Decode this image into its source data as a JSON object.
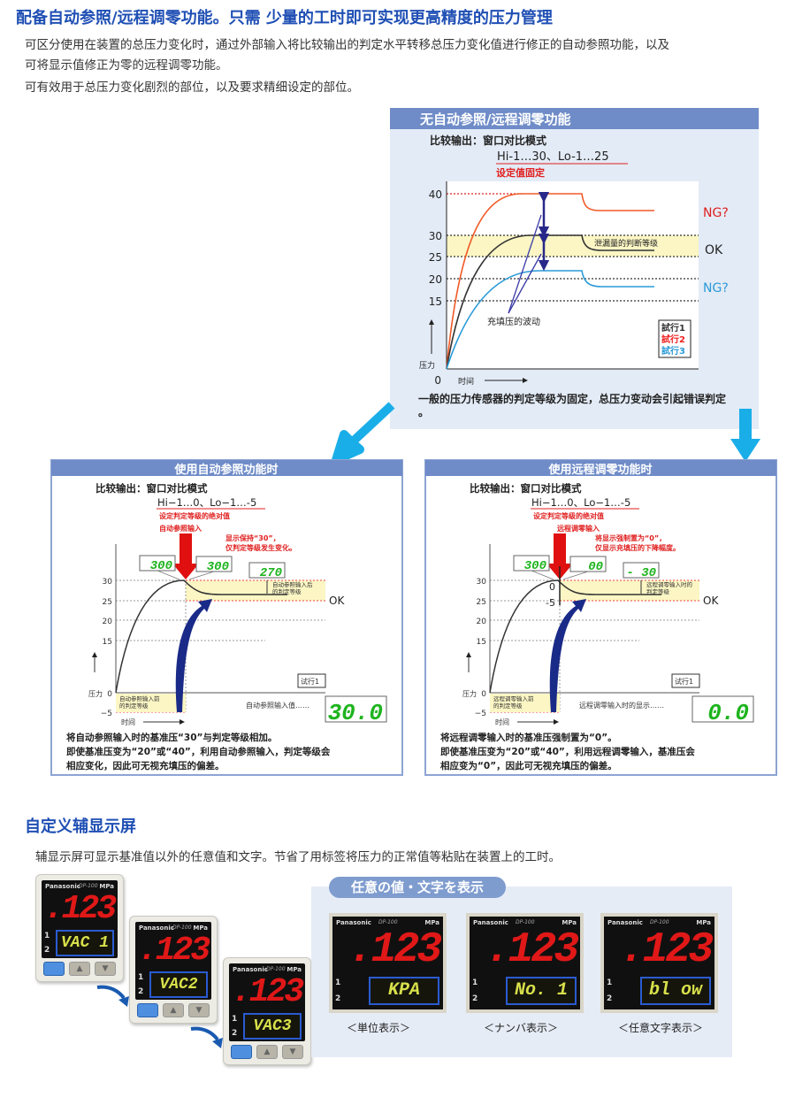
{
  "header": {
    "title": "配备自动参照/远程调零功能。只需 少量的工时即可实现更高精度的压力管理",
    "paragraphs": [
      "可区分使用在装置的总压力变化时，通过外部输入将比较输出的判定水平转移总压力变化值进行修正的自动参照功能，以及",
      "可将显示值修正为零的远程调零功能。",
      "可有效用于总压力变化剧烈的部位，以及要求精细设定的部位。"
    ]
  },
  "top_panel": {
    "title": "无自动参照/远程调零功能",
    "compare": "比较输出：窗口对比模式",
    "setting": "Hi-1…30、Lo-1…25",
    "fixed": "设定值固定",
    "y_ticks": [
      "40",
      "30",
      "25",
      "20",
      "15",
      "0"
    ],
    "ng_top": "NG?",
    "ok": "OK",
    "ng_bottom": "NG?",
    "band_label": "泄漏量的判断等级",
    "fluct_label": "充填压的波动",
    "legend": [
      "試行1",
      "試行2",
      "試行3"
    ],
    "y_axis": "压力",
    "x_axis": "时间",
    "note": "一般的压力传感器的判定等级为固定，总压力变动会引起错误判定。",
    "colors": {
      "trial1": "#333333",
      "trial2": "#f05a28",
      "trial3": "#2a9ad8"
    }
  },
  "auto_panel": {
    "title": "使用自动参照功能时",
    "compare": "比较输出：窗口对比模式",
    "setting": "Hi−1…0、Lo−1…-5",
    "abs": "设定判定等级的绝对值",
    "input": "自动参照输入",
    "remark1": "显示保持“30”，",
    "remark2": "仅判定等级发生变化。",
    "disp_a": "300",
    "disp_b": "300",
    "disp_c": "270",
    "y_ticks": [
      "30",
      "25",
      "20",
      "15",
      "0",
      "−5"
    ],
    "ok": "OK",
    "band_label1": "自动参照输入后",
    "band_label2": "的判定等级",
    "pre_label1": "自动参照输入前",
    "pre_label2": "的判定等级",
    "trial": "试行1",
    "y_axis": "压力",
    "x_axis": "时间",
    "value_label": "自动参照输入值……",
    "value": "30.0",
    "note": [
      "将自动参照输入时的基准压“30”与判定等级相加。",
      "即使基准压变为“20”或“40”，利用自动参照输入，判定等级会",
      "相应变化，因此可无视充填压的偏差。"
    ]
  },
  "zero_panel": {
    "title": "使用远程调零功能时",
    "compare": "比较输出：窗口对比模式",
    "setting": "Hi−1…0、Lo−1…-5",
    "abs": "设定判定等级的绝对值",
    "input": "远程调零输入",
    "remark1": "将显示强制置为“0”，",
    "remark2": "仅显示充填压的下降幅度。",
    "disp_a": "300",
    "disp_b": "00",
    "disp_c": "- 30",
    "zero": "0",
    "minus5": "-5",
    "y_ticks": [
      "30",
      "25",
      "20",
      "15",
      "0",
      "−5"
    ],
    "ok": "OK",
    "band_label1": "远程调零输入时的",
    "band_label2": "判定等级",
    "pre_label1": "远程调零输入前",
    "pre_label2": "的判定等级",
    "trial": "试行1",
    "y_axis": "压力",
    "x_axis": "时间",
    "value_label": "远程调零输入时的显示……",
    "value": "0.0",
    "note": [
      "将远程调零输入时的基准压强制置为“0”。",
      "即使基准压变为“20”或“40”，利用远程调零输入，基准压会",
      "相应变为“0”，因此可无视充填压的偏差。"
    ]
  },
  "sub_display": {
    "title": "自定义辅显示屏",
    "desc": "辅显示屏可显示基准值以外的任意值和文字。节省了用标签将压力的正常值等粘贴在装置上的工时。",
    "panel_title": "任意の値・文字を表示",
    "device": {
      "brand": "Panasonic",
      "model": "DP-100",
      "unit": "MPa",
      "main": ".123",
      "ch1": "1",
      "ch2": "2"
    },
    "stack": [
      "VAC 1",
      "VAC2",
      "VAC3"
    ],
    "examples": [
      {
        "sub": "KPA",
        "caption": "＜単位表示＞"
      },
      {
        "sub": "No. 1",
        "caption": "＜ナンバ表示＞"
      },
      {
        "sub": "bl ow",
        "caption": "＜任意文字表示＞"
      }
    ]
  }
}
